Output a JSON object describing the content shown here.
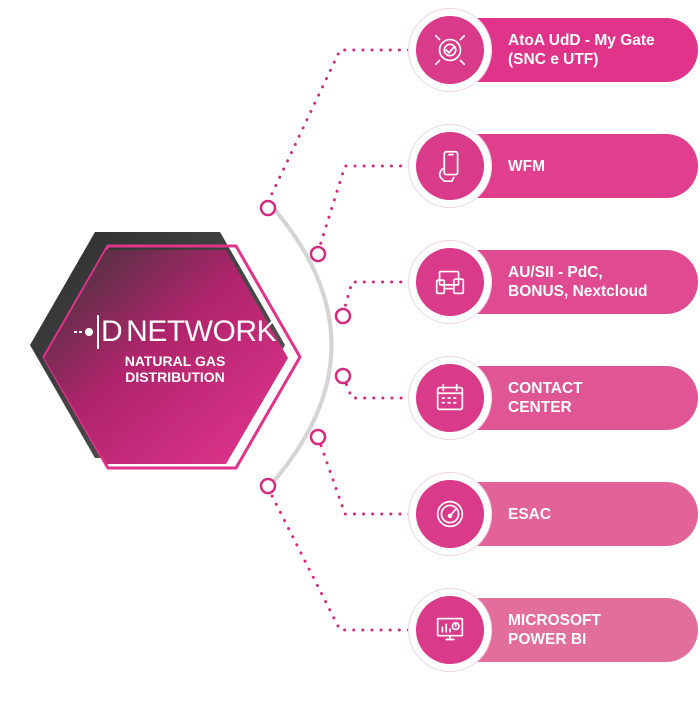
{
  "hub": {
    "logo_prefix": "D",
    "logo_name": "NETWORK",
    "subtitle": "NATURAL GAS\nDISTRIBUTION"
  },
  "items": [
    {
      "label": "AtoA UdD - My Gate\n(SNC e UTF)",
      "icon": "target-check-icon",
      "color": "#e0338a"
    },
    {
      "label": "WFM",
      "icon": "smartphone-hand-icon",
      "color": "#e03f8d"
    },
    {
      "label": "AU/SII - PdC,\nBONUS, Nextcloud",
      "icon": "devices-icon",
      "color": "#e04a91"
    },
    {
      "label": "CONTACT\nCENTER",
      "icon": "calendar-icon",
      "color": "#e05694"
    },
    {
      "label": "ESAC",
      "icon": "speedometer-icon",
      "color": "#e16398"
    },
    {
      "label": "MICROSOFT\nPOWER BI",
      "icon": "monitor-chart-icon",
      "color": "#e26e9c"
    }
  ],
  "colors": {
    "magenta": "#e0338a",
    "dark": "#3a3a3a",
    "arc": "#d0d0d0",
    "dots": "#d12c7d"
  }
}
